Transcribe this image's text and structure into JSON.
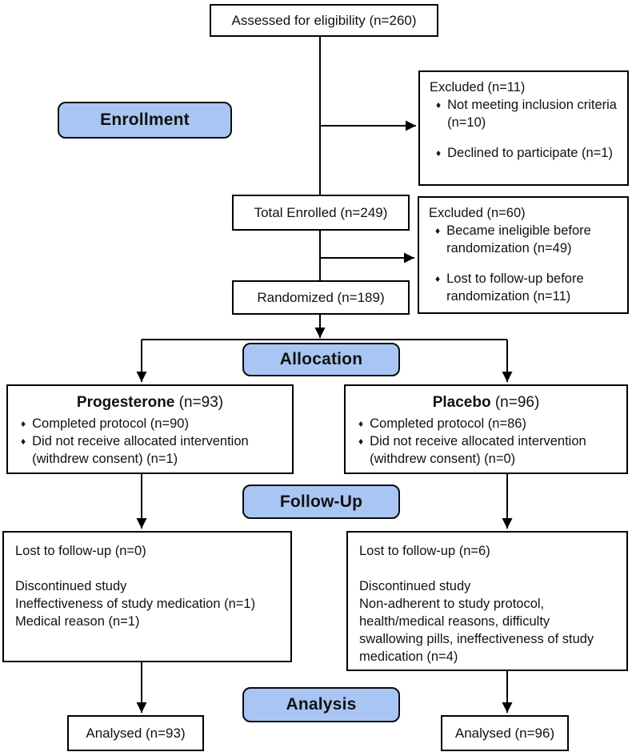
{
  "colors": {
    "label_fill": "#a9c5f3",
    "line": "#000000",
    "background": "#ffffff",
    "text": "#111111"
  },
  "bullet_glyph": "♦",
  "stages": {
    "enrollment": "Enrollment",
    "allocation": "Allocation",
    "follow_up": "Follow-Up",
    "analysis": "Analysis"
  },
  "boxes": {
    "assessed": "Assessed for eligibility (n=260)",
    "excluded_enrollment": {
      "title": "Excluded (n=11)",
      "bullets": [
        "Not meeting inclusion criteria (n=10)",
        "Declined to participate (n=1)"
      ]
    },
    "total_enrolled": "Total Enrolled (n=249)",
    "excluded_randomization": {
      "title": "Excluded (n=60)",
      "bullets": [
        "Became ineligible before randomization (n=49)",
        "Lost to follow-up before randomization (n=11)"
      ]
    },
    "randomized": "Randomized (n=189)",
    "progesterone": {
      "name": "Progesterone",
      "n": "(n=93)",
      "bullets": [
        "Completed protocol (n=90)",
        "Did not receive allocated intervention (withdrew consent) (n=1)"
      ]
    },
    "placebo": {
      "name": "Placebo",
      "n": "(n=96)",
      "bullets": [
        "Completed protocol (n=86)",
        "Did not receive allocated intervention (withdrew consent) (n=0)"
      ]
    },
    "followup_left": {
      "lost": "Lost to follow-up (n=0)",
      "lines": [
        "Discontinued study",
        "Ineffectiveness of study medication (n=1)",
        "Medical reason (n=1)"
      ]
    },
    "followup_right": {
      "lost": "Lost to follow-up (n=6)",
      "lines": [
        "Discontinued study",
        "Non-adherent to study protocol,",
        "health/medical reasons, difficulty",
        "swallowing pills, ineffectiveness of study",
        "medication (n=4)"
      ]
    },
    "analysed_left": "Analysed (n=93)",
    "analysed_right": "Analysed (n=96)"
  }
}
